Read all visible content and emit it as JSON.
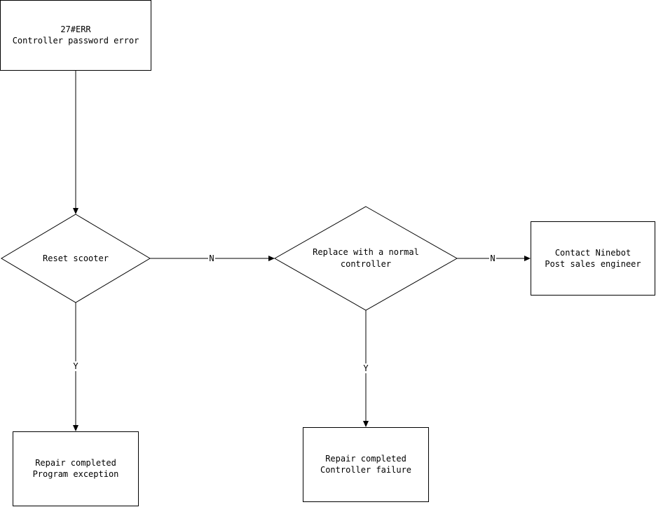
{
  "nodes": {
    "start": {
      "line1": "27#ERR",
      "line2": "Controller password error"
    },
    "reset": {
      "line1": "Reset scooter"
    },
    "replace": {
      "line1": "Replace with a normal",
      "line2": "controller"
    },
    "contact": {
      "line1": "Contact Ninebot",
      "line2": "Post sales engineer"
    },
    "done_program": {
      "line1": "Repair completed",
      "line2": "Program exception"
    },
    "done_controller": {
      "line1": "Repair completed",
      "line2": "Controller failure"
    }
  },
  "edges": {
    "reset_no": "N",
    "reset_yes": "Y",
    "replace_no": "N",
    "replace_yes": "Y"
  }
}
